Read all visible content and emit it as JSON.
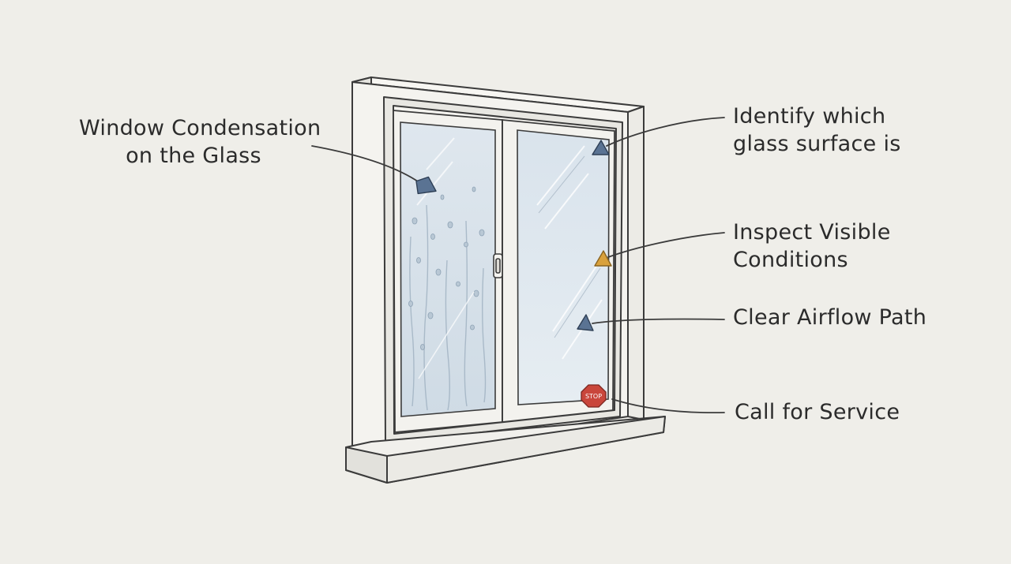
{
  "labels": {
    "condensation": [
      "Window Condensation",
      "on the Glass"
    ],
    "identify": [
      "Identify which",
      "glass surface is"
    ],
    "inspect": [
      "Inspect Visible",
      "Conditions"
    ],
    "airflow": [
      "Clear Airflow Path"
    ],
    "service": [
      "Call for Service"
    ]
  },
  "stop_sign_text": "STOP",
  "colors": {
    "background": "#efeee9",
    "marker_blue": "#5a7393",
    "marker_orange": "#d9a13c",
    "stop_red": "#c9463b",
    "glass": "#dde6ee",
    "outline": "#3b3b3b"
  }
}
